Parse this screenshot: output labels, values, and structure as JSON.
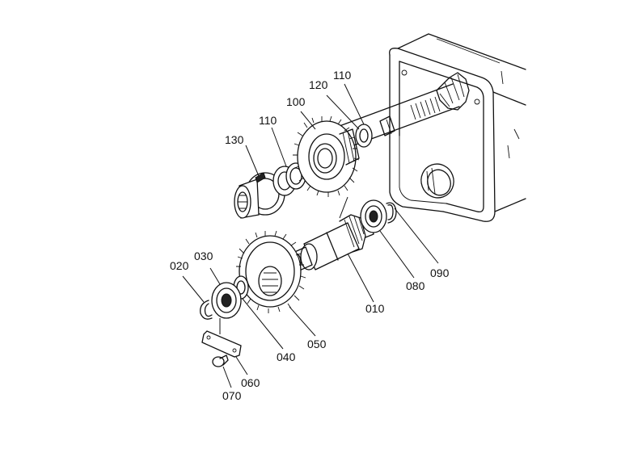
{
  "parts": [
    {
      "id": "p130",
      "label": "130"
    },
    {
      "id": "p110a",
      "label": "110"
    },
    {
      "id": "p100",
      "label": "100"
    },
    {
      "id": "p120",
      "label": "120"
    },
    {
      "id": "p110b",
      "label": "110"
    },
    {
      "id": "p030",
      "label": "030"
    },
    {
      "id": "p020",
      "label": "020"
    },
    {
      "id": "p010",
      "label": "010"
    },
    {
      "id": "p080",
      "label": "080"
    },
    {
      "id": "p090",
      "label": "090"
    },
    {
      "id": "p040",
      "label": "040"
    },
    {
      "id": "p050",
      "label": "050"
    },
    {
      "id": "p060",
      "label": "060"
    },
    {
      "id": "p070",
      "label": "070"
    }
  ]
}
